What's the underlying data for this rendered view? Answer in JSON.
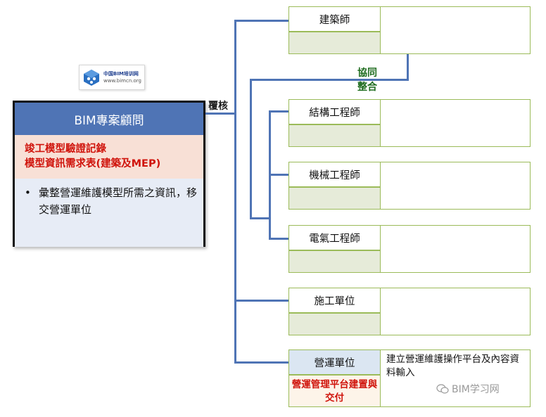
{
  "logo": {
    "title": "中国BIM培训网",
    "url": "www.bimcn.org"
  },
  "consultant": {
    "title": "BIM專案顧問",
    "deliverables": [
      "竣工模型驗證記錄",
      "模型資訊需求表(建築及MEP)"
    ],
    "bullet_symbol": "•",
    "description": "彙整營運維護模型所需之資訊，移交營運單位"
  },
  "labels": {
    "review": "覆核",
    "coordinate": [
      "協同",
      "整合"
    ]
  },
  "roles": [
    {
      "name": "建築師",
      "sub": "",
      "detail": ""
    },
    {
      "name": "結構工程師",
      "sub": "",
      "detail": ""
    },
    {
      "name": "機械工程師",
      "sub": "",
      "detail": ""
    },
    {
      "name": "電氣工程師",
      "sub": "",
      "detail": ""
    },
    {
      "name": "施工單位",
      "sub": "",
      "detail": ""
    }
  ],
  "operations": {
    "name": "營運單位",
    "sub": "營運管理平台建置與交付",
    "detail": "建立營運維護操作平台及內容資料輸入"
  },
  "watermark": "BIM学习网",
  "colors": {
    "connector": "#4f74b5",
    "box_border": "#9bbb59",
    "header_fill": "#4f74b5",
    "deliverable_text": "#d0140c",
    "coordinate_text": "#1d6b1d"
  }
}
